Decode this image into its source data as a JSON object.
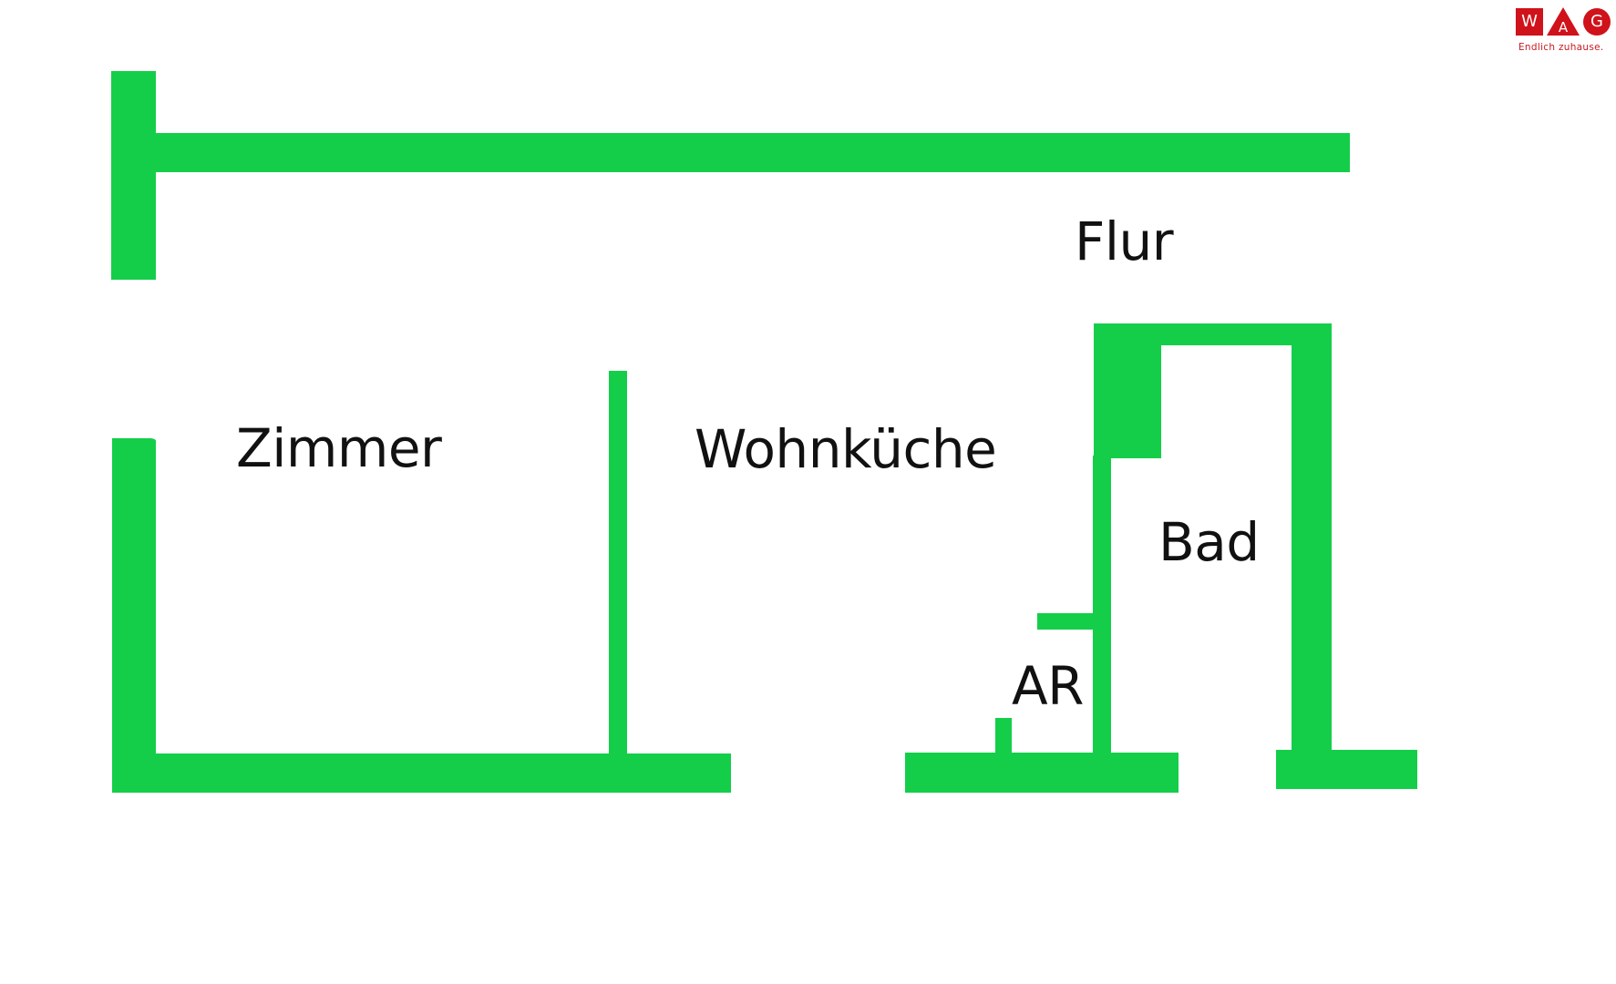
{
  "brand": {
    "logo_letters": [
      "W",
      "A",
      "G"
    ],
    "tagline": "Endlich zuhause.",
    "color": "#D0121B"
  },
  "floorplan": {
    "wall_color": "#14CE4A",
    "text_color": "#111111",
    "rooms": [
      {
        "id": "flur",
        "label": "Flur"
      },
      {
        "id": "zimmer",
        "label": "Zimmer"
      },
      {
        "id": "wohnkueche",
        "label": "Wohnküche"
      },
      {
        "id": "bad",
        "label": "Bad"
      },
      {
        "id": "ar",
        "label": "AR"
      }
    ]
  }
}
